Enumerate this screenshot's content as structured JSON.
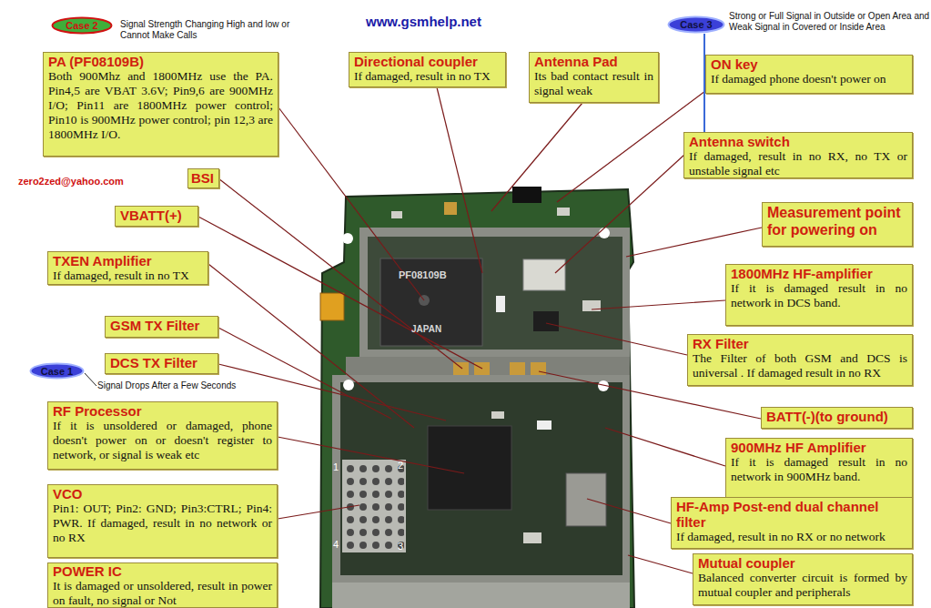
{
  "diagram": {
    "title": "www.gsmhelp.net",
    "nodes": [
      {
        "text": [
          "Case 2",
          "Signal Strength Changing High and low or Cannot Make Calls"
        ]
      },
      {
        "text": [
          "Case 3",
          "Strong or Full Signal in Outside or Open Area and Weak Signal in Covered or Inside Area"
        ]
      },
      {
        "text": [
          "PA (PF08109B)",
          "Both 900Mhz and 1800MHz use the PA. Pin4,5 are VBAT 3.6V; Pin9,6 are 900MHz I/O; Pin11 are 1800MHz power control; Pin10 is 900MHz power control; pin 12,3 are 1800MHz I/O."
        ]
      },
      {
        "text": [
          "Directional coupler",
          "If damaged, result in no TX"
        ]
      },
      {
        "text": [
          "Antenna Pad",
          "Its bad contact result in signal weak"
        ]
      },
      {
        "text": [
          "ON key",
          "If damaged phone doesn't power on"
        ]
      },
      {
        "text": [
          "Antenna switch",
          "If damaged, result in no RX, no TX or unstable signal etc"
        ]
      },
      {
        "text": [
          "BSI"
        ]
      },
      {
        "text": [
          "Measurement point for powering on"
        ]
      },
      {
        "text": [
          "VBATT(+)"
        ]
      },
      {
        "text": [
          "TXEN Amplifier",
          "If damaged, result in no TX"
        ]
      },
      {
        "text": [
          "1800MHz HF-amplifier",
          "If it is damaged result in no network in DCS band."
        ]
      },
      {
        "text": [
          "GSM TX Filter"
        ]
      },
      {
        "text": [
          "RX Filter",
          "The Filter of both GSM and DCS is universal . If damaged result in no RX"
        ]
      },
      {
        "text": [
          "DCS TX Filter"
        ]
      },
      {
        "text": [
          "Case 1",
          "Signal Drops After a Few Seconds"
        ]
      },
      {
        "text": [
          "BATT(-)(to ground)"
        ]
      },
      {
        "text": [
          "RF Processor",
          "If it is unsoldered or damaged, phone doesn't power on or doesn't register to network, or signal is weak etc"
        ]
      },
      {
        "text": [
          "900MHz HF Amplifier",
          "If it is damaged result in no network in 900MHz band."
        ]
      },
      {
        "text": [
          "VCO",
          "Pin1: OUT; Pin2: GND; Pin3:CTRL; Pin4: PWR. If damaged, result in no network or no RX"
        ]
      },
      {
        "text": [
          "HF-Amp Post-end dual channel filter",
          "If damaged, result in no RX or no network"
        ]
      },
      {
        "text": [
          "POWER IC",
          "It is damaged or unsoldered, result in power on fault, no signal or Not"
        ]
      },
      {
        "text": [
          "Mutual coupler",
          "Balanced converter circuit is formed by mutual coupler and peripherals"
        ]
      }
    ],
    "edges": [
      {
        "from": 1,
        "to": 6,
        "arrow": "none"
      }
    ],
    "labels": [
      "zero2zed@yahoo.com",
      "PF08109B",
      "JAPAN",
      "1",
      "2",
      "4",
      "3"
    ]
  }
}
